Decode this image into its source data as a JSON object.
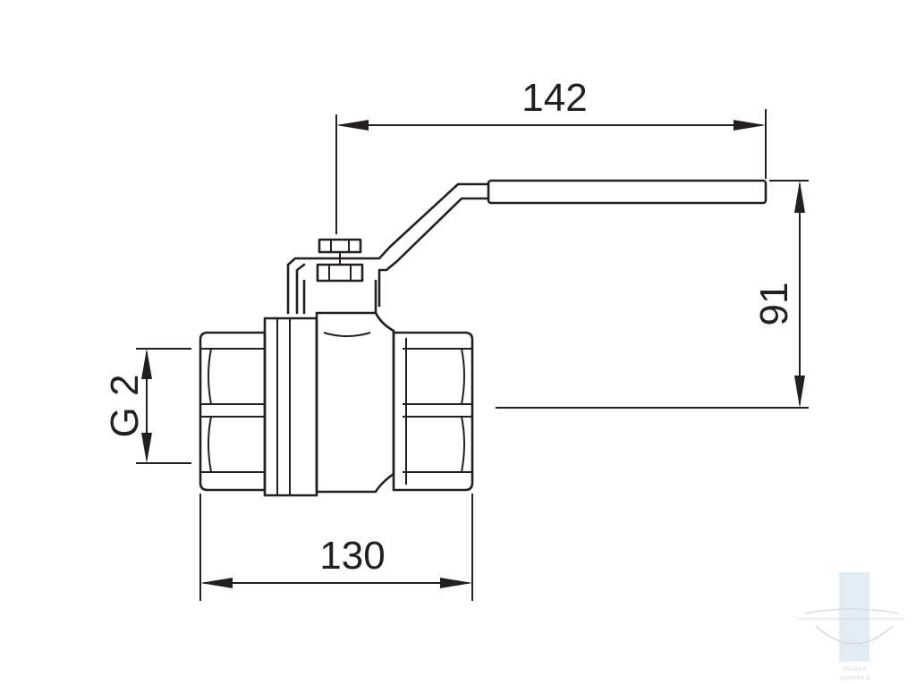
{
  "dimensions": {
    "lever_length": "142",
    "height": "91",
    "thread": "G 2",
    "body_length": "130"
  },
  "watermark": {
    "line1": "vannu",
    "line2": "pasaule"
  },
  "colors": {
    "line": "#231f20",
    "background": "#ffffff",
    "watermark": "#c8d0d6"
  }
}
